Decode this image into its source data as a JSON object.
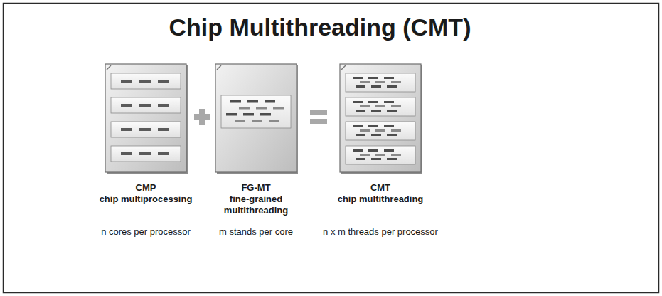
{
  "diagram": {
    "title": "Chip Multithreading (CMT)",
    "labels": [
      "CMP",
      "chip multiprocessing",
      "n cores per processor",
      "FG-MT",
      "fine-grained multithreading",
      "m stands per core",
      "CMT",
      "chip multithreading",
      "n x m threads per processor"
    ]
  }
}
